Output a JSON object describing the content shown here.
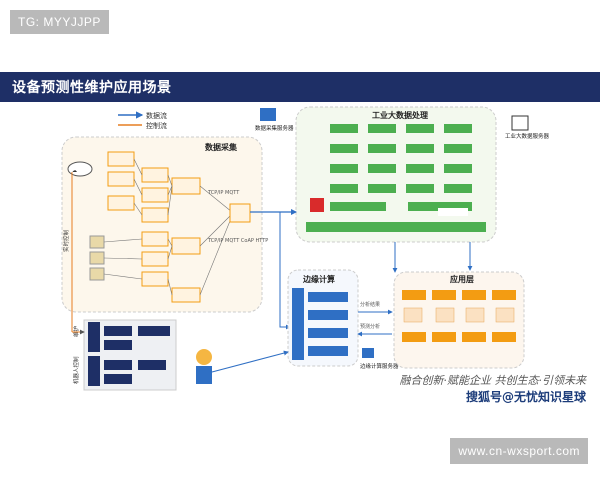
{
  "watermark_top": "TG: MYYJJPP",
  "watermark_bottom": "www.cn-wxsport.com",
  "title": "设备预测性维护应用场景",
  "legend": {
    "data_flow": "数据流",
    "control_flow": "控制流"
  },
  "sections": {
    "data_collection": "数据采集",
    "data_collection_service": "数据采集服务器",
    "big_data": "工业大数据处理",
    "big_data_service": "工业大数据服务器",
    "edge": "边缘计算",
    "edge_service": "边缘计算服务器",
    "app_layer": "应用层"
  },
  "left_labels": {
    "a": "实时控制",
    "b": "维护",
    "c": "机器人控制"
  },
  "protocols": {
    "p1": "TCP/IP MQTT",
    "p2": "TCP/IP MQTT CoAP HTTP"
  },
  "edge_flow": {
    "a": "分析结果",
    "b": "预测分析"
  },
  "footer": {
    "motto": "融合创新·赋能企业   共创生态·引领未来",
    "credit": "搜狐号@无忧知识星球"
  },
  "colors": {
    "banner": "#1e2f66",
    "green": "#4caf50",
    "blue": "#2f6fc4",
    "orange": "#f39c12",
    "dashed": "#bbbbbb"
  }
}
